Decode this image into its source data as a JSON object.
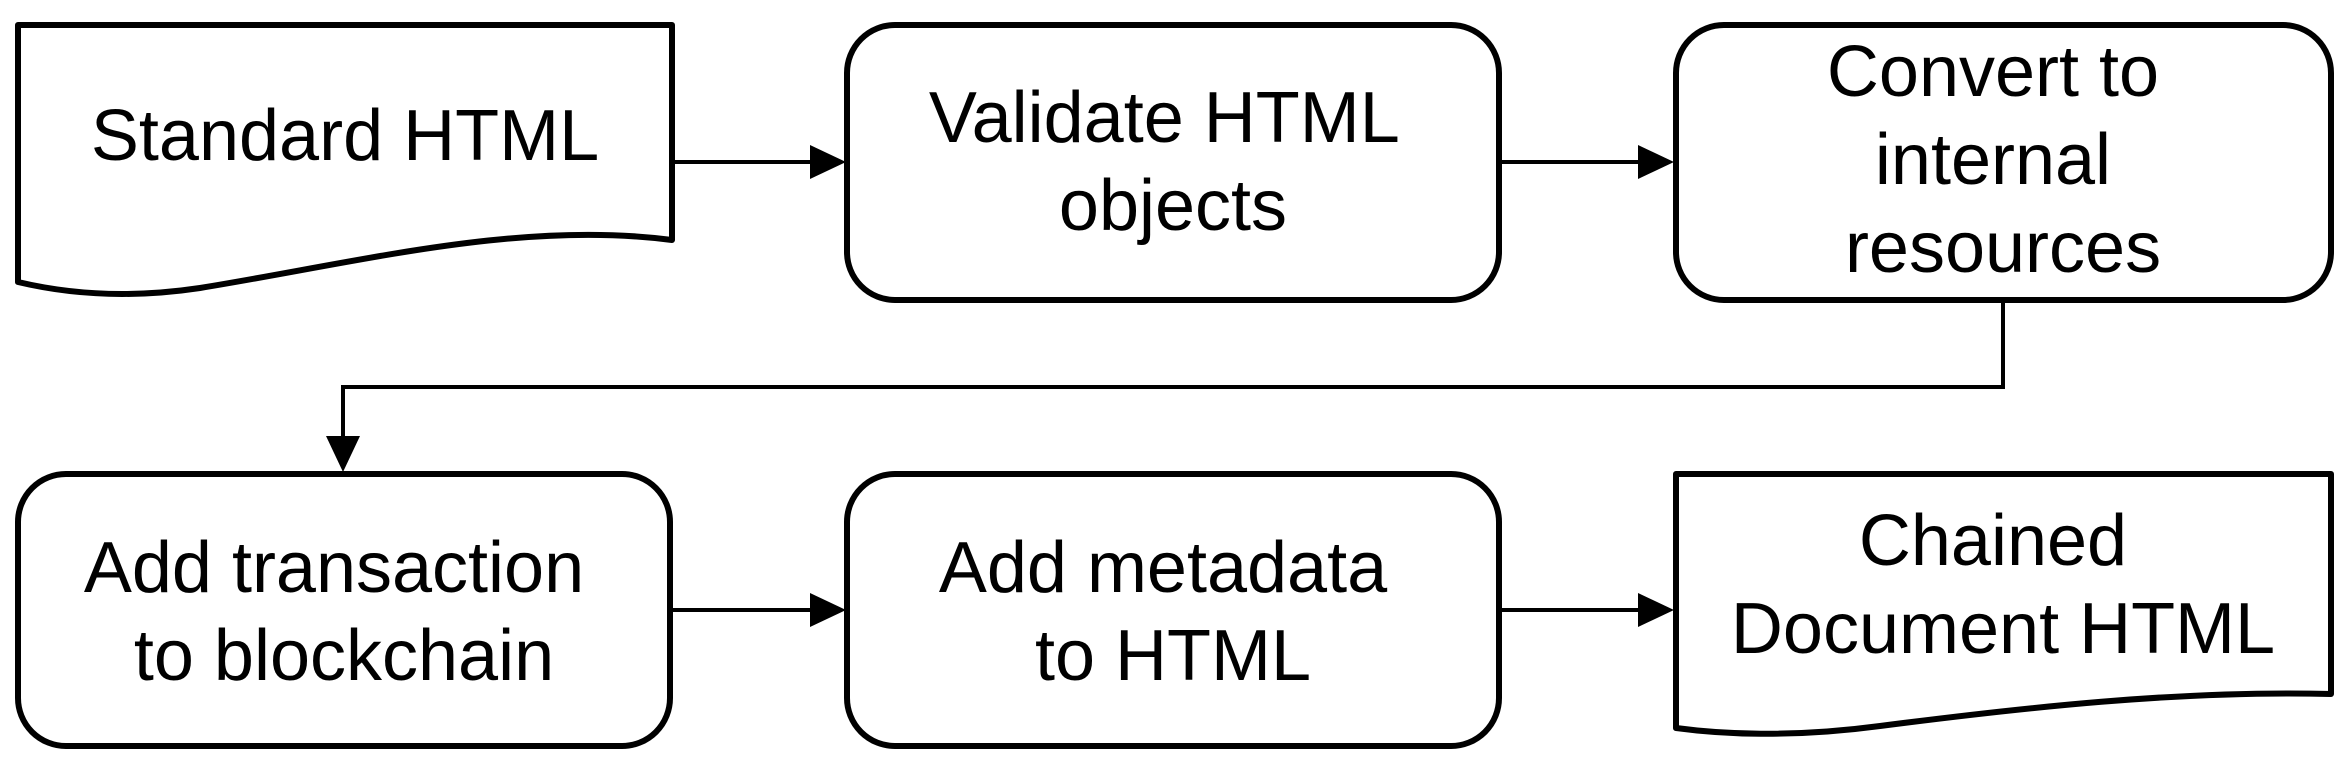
{
  "diagram": {
    "nodes": [
      {
        "id": "standard-html",
        "shape": "document",
        "lines": [
          "Standard HTML"
        ]
      },
      {
        "id": "validate-html",
        "shape": "rounded-rect",
        "lines": [
          "Validate HTML",
          "objects"
        ]
      },
      {
        "id": "convert-internal",
        "shape": "rounded-rect",
        "lines": [
          "Convert to",
          "internal",
          "resources"
        ]
      },
      {
        "id": "add-transaction",
        "shape": "rounded-rect",
        "lines": [
          "Add transaction",
          "to blockchain"
        ]
      },
      {
        "id": "add-metadata",
        "shape": "rounded-rect",
        "lines": [
          "Add metadata",
          "to HTML"
        ]
      },
      {
        "id": "chained-document",
        "shape": "document",
        "lines": [
          "Chained",
          "Document HTML"
        ]
      }
    ],
    "edges": [
      {
        "from": "standard-html",
        "to": "validate-html"
      },
      {
        "from": "validate-html",
        "to": "convert-internal"
      },
      {
        "from": "convert-internal",
        "to": "add-transaction"
      },
      {
        "from": "add-transaction",
        "to": "add-metadata"
      },
      {
        "from": "add-metadata",
        "to": "chained-document"
      }
    ],
    "colors": {
      "stroke": "#000000",
      "fill": "#ffffff",
      "text": "#000000"
    }
  }
}
